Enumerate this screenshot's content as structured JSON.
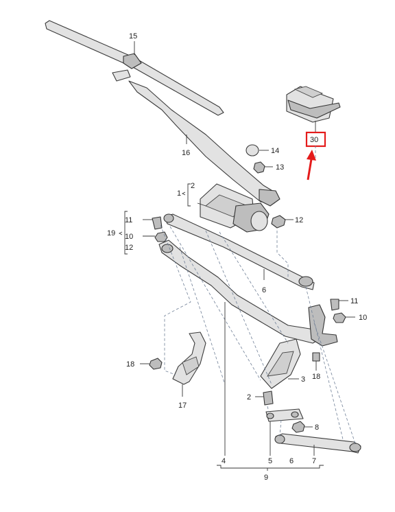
{
  "diagram": {
    "callouts": {
      "n15": "15",
      "n16": "16",
      "n14": "14",
      "n13": "13",
      "n30": "30",
      "n1": "1",
      "n2a": "2",
      "n12a": "12",
      "n19": "19",
      "n11a": "11",
      "n10a": "10",
      "n12b": "12",
      "n6a": "6",
      "n11b": "11",
      "n10b": "10",
      "n18a": "18",
      "n17": "17",
      "n3": "3",
      "n18b": "18",
      "n2b": "2",
      "n8": "8",
      "n4": "4",
      "n5": "5",
      "n6b": "6",
      "n7": "7",
      "n9": "9"
    },
    "highlight": {
      "part": "30",
      "color": "#e41b1b"
    }
  }
}
